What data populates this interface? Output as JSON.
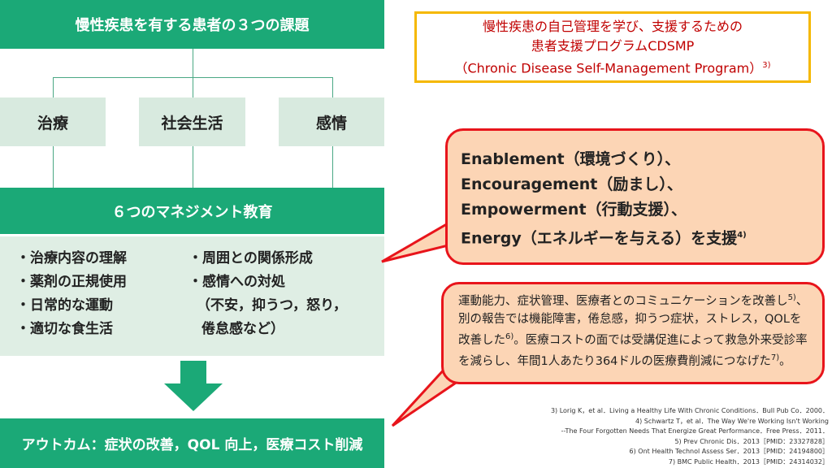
{
  "left": {
    "header": "慢性疾患を有する患者の３つの課題",
    "issues": [
      "治療",
      "社会生活",
      "感情"
    ],
    "mgmt_title": "６つのマネジメント教育",
    "mgmt_left": [
      "・治療内容の理解",
      "・薬剤の正規使用",
      "・日常的な運動",
      "・適切な食生活"
    ],
    "mgmt_right": [
      "・周囲との関係形成",
      "・感情への対処",
      "（不安，抑うつ，怒り，",
      "倦怠感など）"
    ],
    "outcome": "アウトカム：症状の改善，QOL 向上，医療コスト削減"
  },
  "program": {
    "line1": "慢性疾患の自己管理を学び、支援するための",
    "line2": "患者支援プログラムCDSMP",
    "line3": "（Chronic Disease Self-Management Program）",
    "ref": "3)"
  },
  "callout1": {
    "lines": [
      "Enablement（環境づくり）、",
      "Encouragement（励まし）、",
      "Empowerment（行動支援）、",
      "Energy（エネルギーを与える）を支援"
    ],
    "ref": "4)"
  },
  "callout2": {
    "t1": "運動能力、症状管理、医療者とのコミュニケーションを改善し",
    "r1": "5)",
    "t2": "、別の報告では機能障害，倦怠感，抑うつ症状，ストレス，QOLを改善した",
    "r2": "6)",
    "t3": "。医療コストの面では受講促進によって救急外来受診率を減らし、年間1人あたり364ドルの医療費削減につなげた",
    "r3": "7)",
    "t4": "。"
  },
  "references": [
    "3) Lorig K，et al．Living a Healthy Life With Chronic Conditions．Bull Pub Co．2000．",
    "4) Schwartz T，et al．The Way We're Working Isn't Working",
    "--The Four Forgotten Needs That Energize Great Performance．Free Press．2011．",
    "5) Prev Chronic Dis．2013［PMID：23327828］",
    "6) Ont Health Technol Assess Ser．2013［PMID：24194800］",
    "7) BMC Public Health．2013［PMID：24314032］"
  ]
}
